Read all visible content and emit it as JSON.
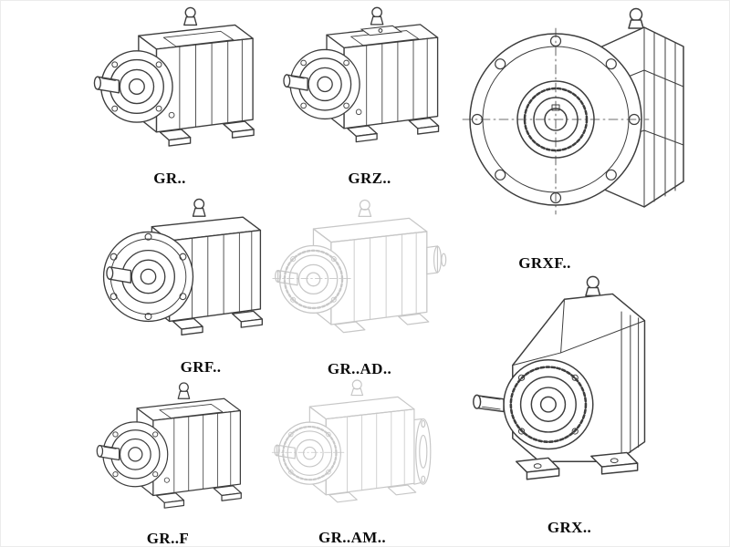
{
  "page": {
    "background": "#ffffff",
    "line_color": "#3d3d3d",
    "ghost_line_color": "#c7c7c7",
    "label_color": "#0a0a0a"
  },
  "items": [
    {
      "id": "gr",
      "label": "GR..",
      "drawing": "foot-mounted-helical-gear-reducer-isometric-line-drawing",
      "tone": "dark"
    },
    {
      "id": "grz",
      "label": "GRZ..",
      "drawing": "foot-mounted-helical-gear-reducer-with-top-cover",
      "tone": "dark"
    },
    {
      "id": "grxf",
      "label": "GRXF..",
      "drawing": "large-flange-mounted-helical-gear-reducer-front-bolt-circle",
      "tone": "dark"
    },
    {
      "id": "grf",
      "label": "GRF..",
      "drawing": "flange-and-foot-mounted-helical-gear-reducer",
      "tone": "dark"
    },
    {
      "id": "gr-ad",
      "label": "GR..AD..",
      "drawing": "helical-gear-reducer-with-input-shaft-adapter-ghost-drawing",
      "tone": "light"
    },
    {
      "id": "gr-f",
      "label": "GR..F",
      "drawing": "foot-mounted-helical-gear-reducer-small-frame",
      "tone": "dark"
    },
    {
      "id": "gr-am",
      "label": "GR..AM..",
      "drawing": "helical-gear-reducer-with-motor-adapter-flange-ghost-drawing",
      "tone": "light"
    },
    {
      "id": "grx",
      "label": "GRX..",
      "drawing": "foot-mounted-helical-gear-reducer-large-frame-splined-shaft",
      "tone": "dark"
    }
  ]
}
